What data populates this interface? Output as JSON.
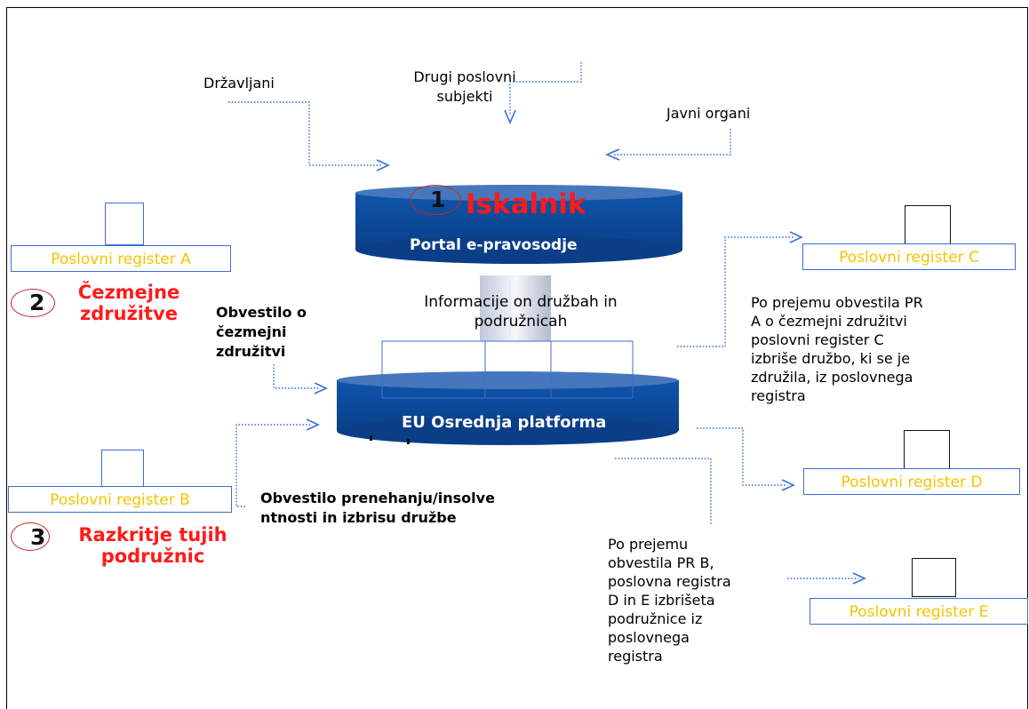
{
  "actors": {
    "citizens": "Državljani",
    "other_businesses": "Drugi poslovni subjekti",
    "public_authorities": "Javni organi"
  },
  "portal": {
    "number": "1",
    "search_title": "Iskalnik",
    "name": "Portal e-pravosodje"
  },
  "exchange_label": "Informacije on družbah in podružnicah",
  "platform": {
    "name": "EU Osrednja platforma"
  },
  "registers": {
    "a": "Poslovni register A",
    "b": "Poslovni register B",
    "c": "Poslovni register C",
    "d": "Poslovni register D",
    "e": "Poslovni register E"
  },
  "features": {
    "merger_number": "2",
    "merger_label": "Čezmejne združitve",
    "branch_number": "3",
    "branch_label": "Razkritje tujih podružnic"
  },
  "notices": {
    "merger_notice": "Obvestilo o čezmejni združitvi",
    "closure_notice": "Obvestilo prenehanju/insolventnosti in izbrisu družbe"
  },
  "outcomes": {
    "register_c_text": "Po prejemu obvestila PR A o čezmejni združitvi poslovni register C izbriše družbo, ki se je združila, iz poslovnega registra",
    "register_de_text": "Po prejemu obvestila PR B, poslovna registra D in E izbrišeta podružnice iz poslovnega registra"
  },
  "colors": {
    "disk_dark": "#0d4a98",
    "disk_top": "#3a6fb8",
    "register_text": "#f2c500",
    "register_border": "#3b6fd4",
    "emphasis_red": "#ff1a1a",
    "connector": "#3b6fd4"
  }
}
